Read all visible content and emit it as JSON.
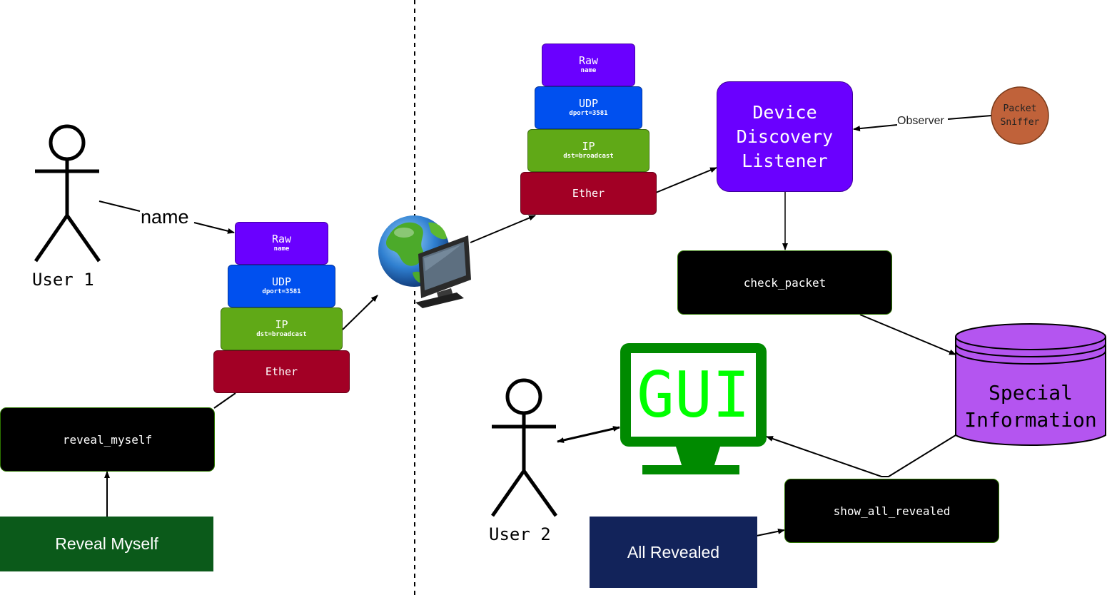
{
  "left": {
    "actor_label": "User 1",
    "edge_label": "name",
    "stack": [
      {
        "name": "Raw",
        "detail": "name"
      },
      {
        "name": "UDP",
        "detail": "dport=3581"
      },
      {
        "name": "IP",
        "detail": "dst=broadcast"
      },
      {
        "name": "Ether",
        "detail": ""
      }
    ],
    "function_label": "reveal_myself",
    "button_label": "Reveal Myself"
  },
  "right": {
    "stack": [
      {
        "name": "Raw",
        "detail": "name"
      },
      {
        "name": "UDP",
        "detail": "dport=3581"
      },
      {
        "name": "IP",
        "detail": "dst=broadcast"
      },
      {
        "name": "Ether",
        "detail": ""
      }
    ],
    "listener_label": "Device Discovery Listener",
    "sniffer_label": "Packet Sniffer",
    "observer_label": "Observer",
    "check_label": "check_packet",
    "database_label": "Special Information",
    "gui_label": "GUI",
    "actor_label": "User 2",
    "show_label": "show_all_revealed",
    "button_label": "All Revealed"
  },
  "colors": {
    "raw": "#6a00ff",
    "udp": "#0050ef",
    "ip": "#60a917",
    "ether": "#a20025",
    "listener": "#6a00ff",
    "sniffer": "#c0623a",
    "database": "#b455f0",
    "gui": "#008a00",
    "gui_text": "#00ff00",
    "button_green": "#0b5a1a",
    "button_navy": "#12235a"
  }
}
